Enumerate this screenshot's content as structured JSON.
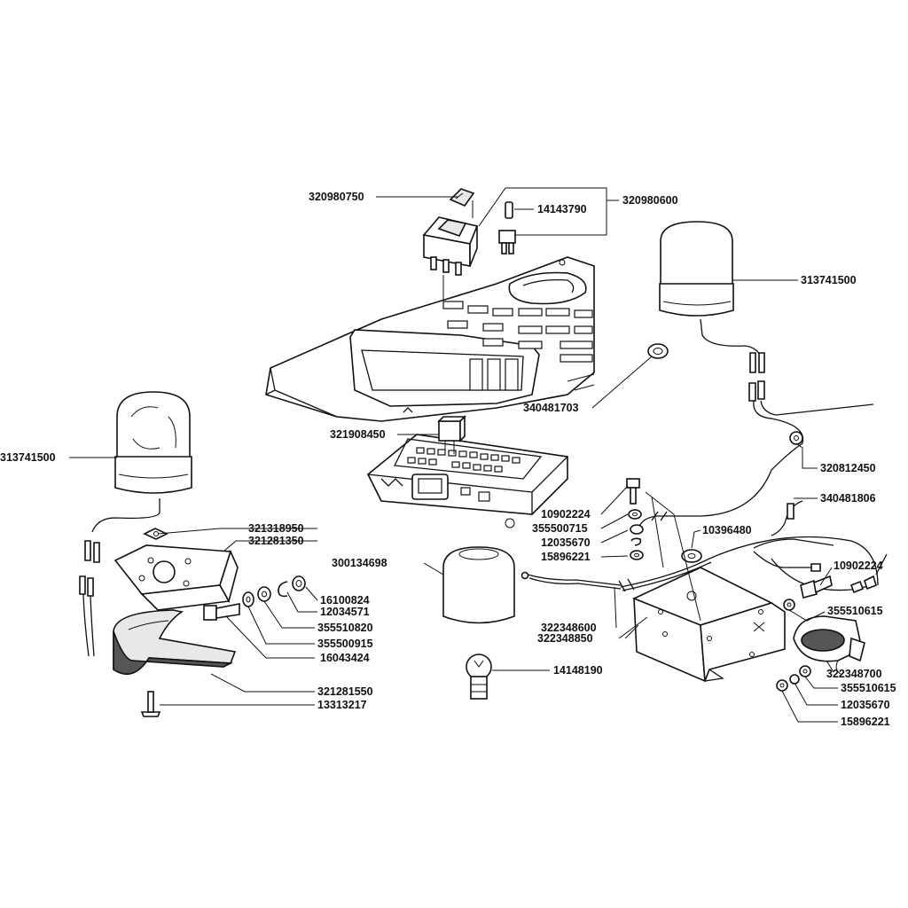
{
  "labels": {
    "p320980750": "320980750",
    "p14143790": "14143790",
    "p320980600": "320980600",
    "p313741500_right": "313741500",
    "p340481703": "340481703",
    "p321908450": "321908450",
    "p313741500_left": "313741500",
    "p320812450": "320812450",
    "p340481806": "340481806",
    "p10902224_a": "10902224",
    "p355500715": "355500715",
    "p12035670_a": "12035670",
    "p15896221_a": "15896221",
    "p10396480": "10396480",
    "p10902224_b": "10902224",
    "p300134698": "300134698",
    "p355510615_a": "355510615",
    "p321318950": "321318950",
    "p321281350": "321281350",
    "p16100824": "16100824",
    "p12034571": "12034571",
    "p355510820": "355510820",
    "p355500915": "355500915",
    "p16043424": "16043424",
    "p322348600": "322348600",
    "p322348850": "322348850",
    "p322348700": "322348700",
    "p14148190": "14148190",
    "p355510615_b": "355510615",
    "p12035670_b": "12035670",
    "p15896221_b": "15896221",
    "p321281550": "321281550",
    "p13313217": "13313217"
  }
}
